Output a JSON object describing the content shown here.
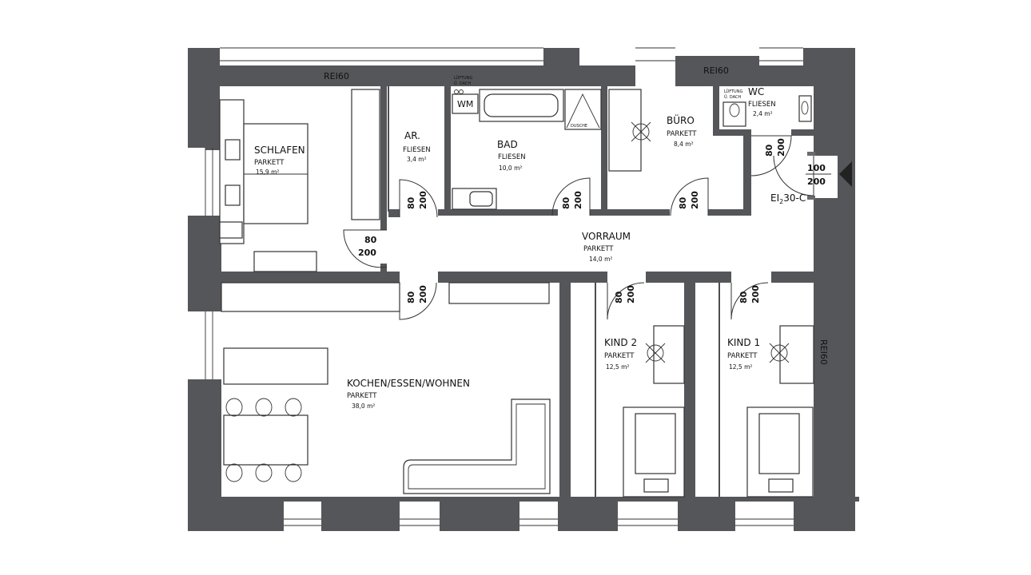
{
  "rooms": {
    "schlafen": {
      "name": "SCHLAFEN",
      "floor": "PARKETT",
      "area": "15,9 m²"
    },
    "abstellraum": {
      "name": "AR.",
      "floor": "FLIESEN",
      "area": "3,4 m²"
    },
    "bad": {
      "name": "BAD",
      "floor": "FLIESEN",
      "area": "10,0 m²"
    },
    "buero": {
      "name": "BÜRO",
      "floor": "PARKETT",
      "area": "8,4 m²"
    },
    "wc": {
      "name": "WC",
      "floor": "FLIESEN",
      "area": "2,4 m²"
    },
    "vorraum": {
      "name": "VORRAUM",
      "floor": "PARKETT",
      "area": "14,0 m²"
    },
    "kochen": {
      "name": "KOCHEN/ESSEN/WOHNEN",
      "floor": "PARKETT",
      "area": "38,0 m²"
    },
    "kind2": {
      "name": "KIND 2",
      "floor": "PARKETT",
      "area": "12,5 m²"
    },
    "kind1": {
      "name": "KIND 1",
      "floor": "PARKETT",
      "area": "12,5 m²"
    }
  },
  "labels": {
    "wm": "WM",
    "dusche": "DUSCHE",
    "lueftung": "LÜFTUNG",
    "ueber_dach": "Ü. DACH",
    "wall_rating_top_left": "REI60",
    "wall_rating_top_right": "REI60",
    "wall_rating_right": "REI60",
    "entrance_door_rating": "EI",
    "entrance_door_rating_sub": "2",
    "entrance_door_rating_rest": "30-C"
  },
  "doors": {
    "width_80": "80",
    "height_200": "200",
    "entrance_width": "100",
    "entrance_height": "200"
  },
  "colors": {
    "wall": "#555659",
    "background": "#ffffff"
  }
}
